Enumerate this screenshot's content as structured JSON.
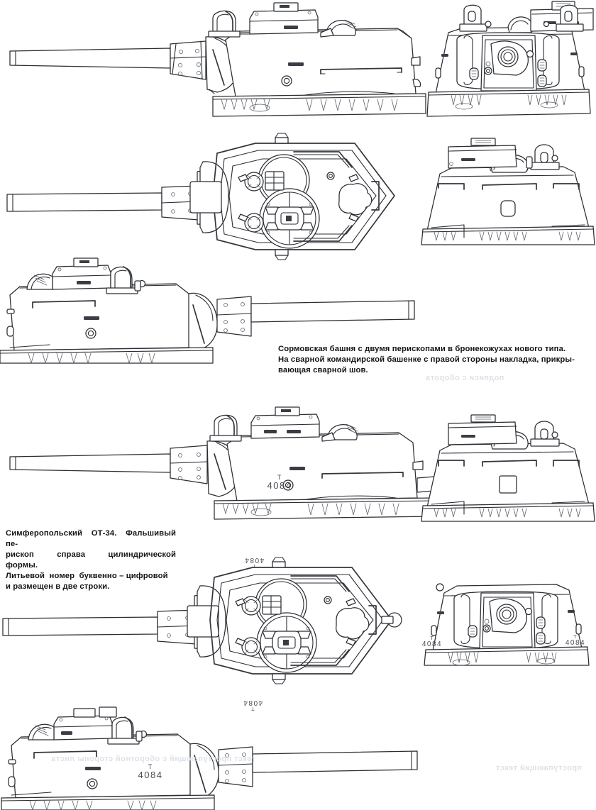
{
  "page": {
    "kind": "technical-illustration-plate",
    "background": "#ffffff",
    "line_color": "#2a2d33",
    "mark_color": "#4a4e55",
    "ghost_color": "#d8dde4"
  },
  "captions": {
    "sormovo": {
      "name": "sormovo-turret-caption",
      "lines": [
        "Сормовская башня с двумя перископами в бронекожухах нового типа.",
        "На сварной командирской башенке с правой стороны накладка, прикры-",
        "вающая сварной шов."
      ]
    },
    "simferopol": {
      "name": "simferopol-ot34-caption",
      "lines": [
        "Симферопольский ОТ-34. Фальшивый пе-",
        "рископ  справа  цилиндрической  формы.",
        "Литьевой  номер  буквенно – цифровой",
        "и размещен в две строки."
      ]
    }
  },
  "ghost_text": {
    "note": "faint show-through from the reverse side of the printed page (illegible)",
    "a": "подписи с оборота",
    "b": "текст проступающий с оборотной стороны листа",
    "c": "проступающий текст"
  },
  "casting_marks": {
    "letter": "Т",
    "number": "4084",
    "description": "Литьевой номер буквенно-цифровой, размещен в две строки"
  },
  "figures": [
    {
      "id": "fig-1",
      "name": "sormovo-turret-side-view-left",
      "view": "side",
      "subject": "Сормовская башня",
      "gun_direction": "left",
      "marks": []
    },
    {
      "id": "fig-2",
      "name": "sormovo-turret-front-view",
      "view": "front",
      "subject": "Сормовская башня",
      "marks": []
    },
    {
      "id": "fig-3",
      "name": "sormovo-turret-top-view",
      "view": "top",
      "subject": "Сормовская башня",
      "marks": []
    },
    {
      "id": "fig-4",
      "name": "sormovo-turret-rear-view",
      "view": "rear",
      "subject": "Сормовская башня",
      "marks": []
    },
    {
      "id": "fig-5",
      "name": "sormovo-turret-side-view-right",
      "view": "side",
      "subject": "Сормовская башня",
      "gun_direction": "right",
      "marks": []
    },
    {
      "id": "fig-6",
      "name": "ot34-turret-side-view-left",
      "view": "side",
      "subject": "Симферопольский ОТ-34",
      "gun_direction": "left",
      "marks": [
        "Т",
        "4084"
      ]
    },
    {
      "id": "fig-7",
      "name": "ot34-turret-rear-view",
      "view": "rear",
      "subject": "Симферопольский ОТ-34",
      "marks": []
    },
    {
      "id": "fig-8",
      "name": "ot34-turret-top-view",
      "view": "top",
      "subject": "Симферопольский ОТ-34",
      "marks": [
        "Т",
        "4084",
        "Т",
        "4084"
      ]
    },
    {
      "id": "fig-9",
      "name": "ot34-turret-front-view",
      "view": "front",
      "subject": "Симферопольский ОТ-34",
      "marks": [
        "Т",
        "4084",
        "Т",
        "4084"
      ]
    },
    {
      "id": "fig-10",
      "name": "ot34-turret-side-view-right",
      "view": "side",
      "subject": "Симферопольский ОТ-34",
      "gun_direction": "right",
      "marks": [
        "Т",
        "4084"
      ]
    }
  ]
}
